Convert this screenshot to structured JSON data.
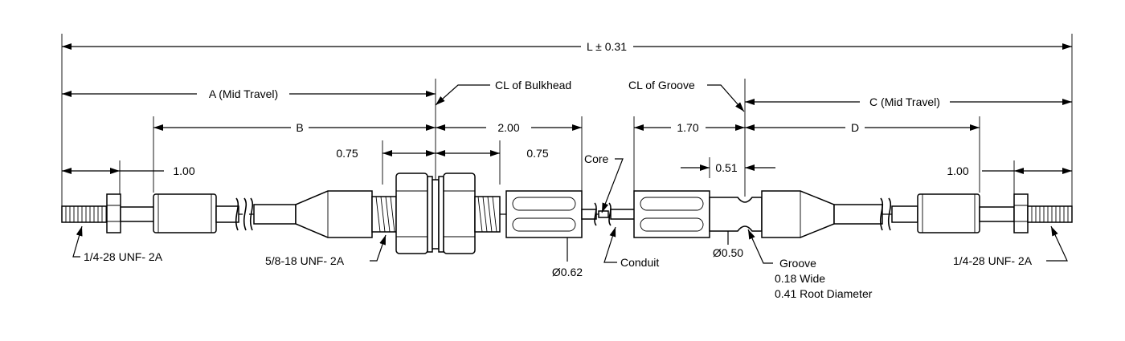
{
  "dimensions": {
    "overall_length": "L ± 0.31",
    "a_mid_travel": "A (Mid Travel)",
    "b": "B",
    "c_mid_travel": "C (Mid Travel)",
    "d": "D",
    "left_end_length": "1.00",
    "right_end_length": "1.00",
    "bulkhead_to_ferrule": "2.00",
    "nut_left": "0.75",
    "nut_right": "0.75",
    "groove_to_ferrule": "1.70",
    "groove_offset": "0.51",
    "ferrule_diameter": "Ø0.62",
    "rod_diameter": "Ø0.50"
  },
  "callouts": {
    "cl_bulkhead": "CL of Bulkhead",
    "cl_groove": "CL of Groove",
    "core": "Core",
    "conduit": "Conduit",
    "left_thread": "1/4-28 UNF- 2A",
    "bulkhead_thread": "5/8-18 UNF- 2A",
    "right_thread": "1/4-28 UNF- 2A",
    "groove_title": "Groove",
    "groove_width": "0.18 Wide",
    "groove_root": "0.41 Root Diameter"
  }
}
